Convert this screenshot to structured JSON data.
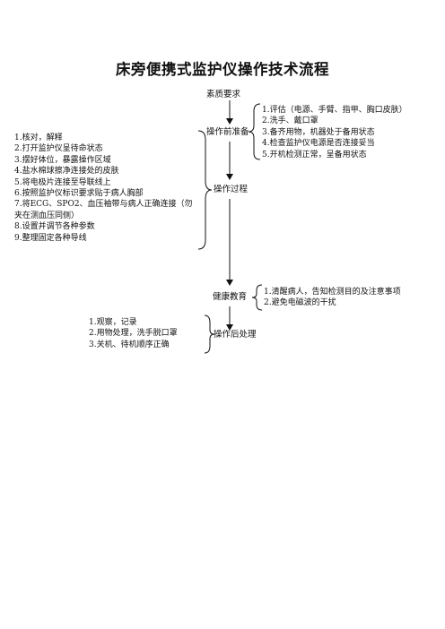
{
  "title": "床旁便携式监护仪操作技术流程",
  "flow": {
    "nodes": [
      "素质要求",
      "操作前准备",
      "操作过程",
      "健康教育",
      "操作后处理"
    ]
  },
  "prep_steps": [
    "1.评估（电源、手臂、指甲、胸口皮肤）",
    "2.洗手、戴口罩",
    "3.备齐用物，机器处于备用状态",
    "4.检查监护仪电源是否连接妥当",
    "5.开机检测正常，呈备用状态"
  ],
  "procedure_steps": [
    "1.核对，解释",
    "2.打开监护仪呈待命状态",
    "3.摆好体位，暴露操作区域",
    "4.盐水棉球擦净连接处的皮肤",
    "5.将电极片连接至导联线上",
    "6.按照监护仪标识要求贴于病人胸部",
    "7.将ECG、SPO2、血压袖带与病人正确连接（勿",
    "夹在测血压同侧）",
    "8.设置并调节各种参数",
    "9.整理固定各种导线"
  ],
  "education_steps": [
    "1.清醒病人，告知检测目的及注意事项",
    "2.避免电磁波的干扰"
  ],
  "post_steps": [
    "1.观察，记录",
    "2.用物处理，洗手脱口罩",
    "3.关机、待机顺序正确"
  ]
}
